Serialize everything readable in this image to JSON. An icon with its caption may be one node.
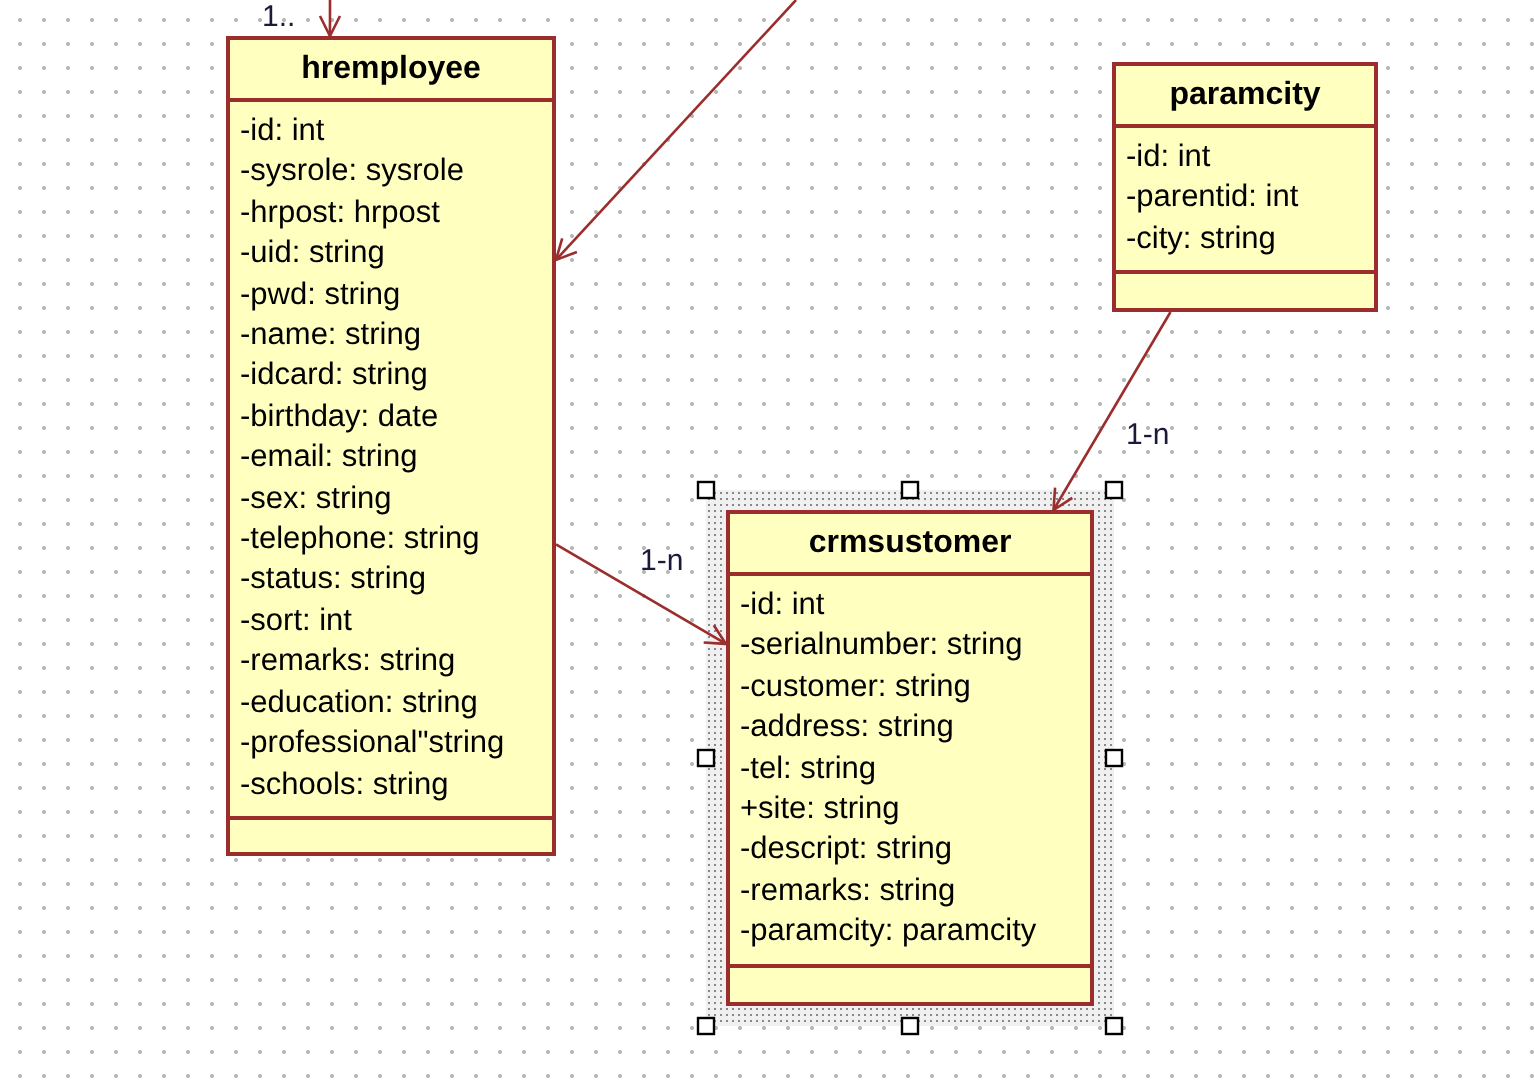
{
  "diagram": {
    "nodes": [
      {
        "text": [
          "hremployee",
          "-id: int",
          "-sysrole: sysrole",
          "-hrpost: hrpost",
          "-uid: string",
          "-pwd: string",
          "-name: string",
          "-idcard: string",
          "-birthday: date",
          "-email: string",
          "-sex: string",
          "-telephone: string",
          "-status: string",
          "-sort: int",
          "-remarks: string",
          "-education: string",
          "-professional\"string",
          "-schools: string"
        ]
      },
      {
        "text": [
          "paramcity",
          "-id: int",
          "-parentid: int",
          "-city: string"
        ]
      },
      {
        "text": [
          "crmsustomer",
          "-id: int",
          "-serialnumber: string",
          "-customer: string",
          "-address: string",
          "-tel: string",
          "+site: string",
          "-descript: string",
          "-remarks: string",
          "-paramcity: paramcity"
        ]
      }
    ],
    "edges": [
      {
        "from": null,
        "to": 0,
        "arrow": "to",
        "label": "1.."
      },
      {
        "from": null,
        "to": 0,
        "arrow": "to"
      },
      {
        "from": 0,
        "to": 2,
        "arrow": "to",
        "label": "1-n"
      },
      {
        "from": 1,
        "to": 2,
        "arrow": "to",
        "label": "1-n"
      }
    ]
  }
}
